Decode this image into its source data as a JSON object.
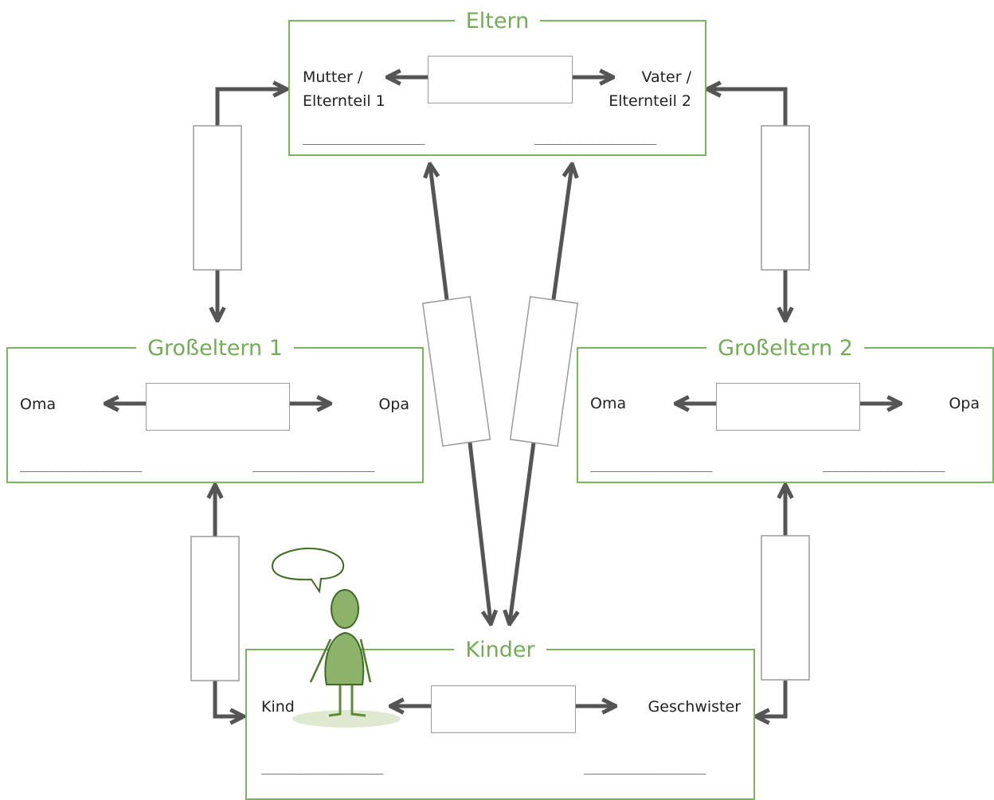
{
  "colors": {
    "accent": "#7ab55c",
    "arrow": "#555555",
    "field_border": "#9a9a9a",
    "figure": "#8db36a"
  },
  "eltern": {
    "title": "Eltern",
    "left_label_1": "Mutter /",
    "left_label_2": "Elternteil 1",
    "right_label_1": "Vater /",
    "right_label_2": "Elternteil 2",
    "left_line": "___________________",
    "right_line": "___________________"
  },
  "grosseltern1": {
    "title": "Großeltern 1",
    "left_label": "Oma",
    "right_label": "Opa",
    "left_line": "___________________",
    "right_line": "___________________"
  },
  "grosseltern2": {
    "title": "Großeltern 2",
    "left_label": "Oma",
    "right_label": "Opa",
    "left_line": "___________________",
    "right_line": "___________________"
  },
  "kinder": {
    "title": "Kinder",
    "left_label": "Kind",
    "right_label": "Geschwister",
    "left_line": "___________________",
    "right_line": "___________________"
  },
  "icons": [
    "arrow-icon",
    "speech-bubble-icon",
    "child-figure-icon"
  ]
}
